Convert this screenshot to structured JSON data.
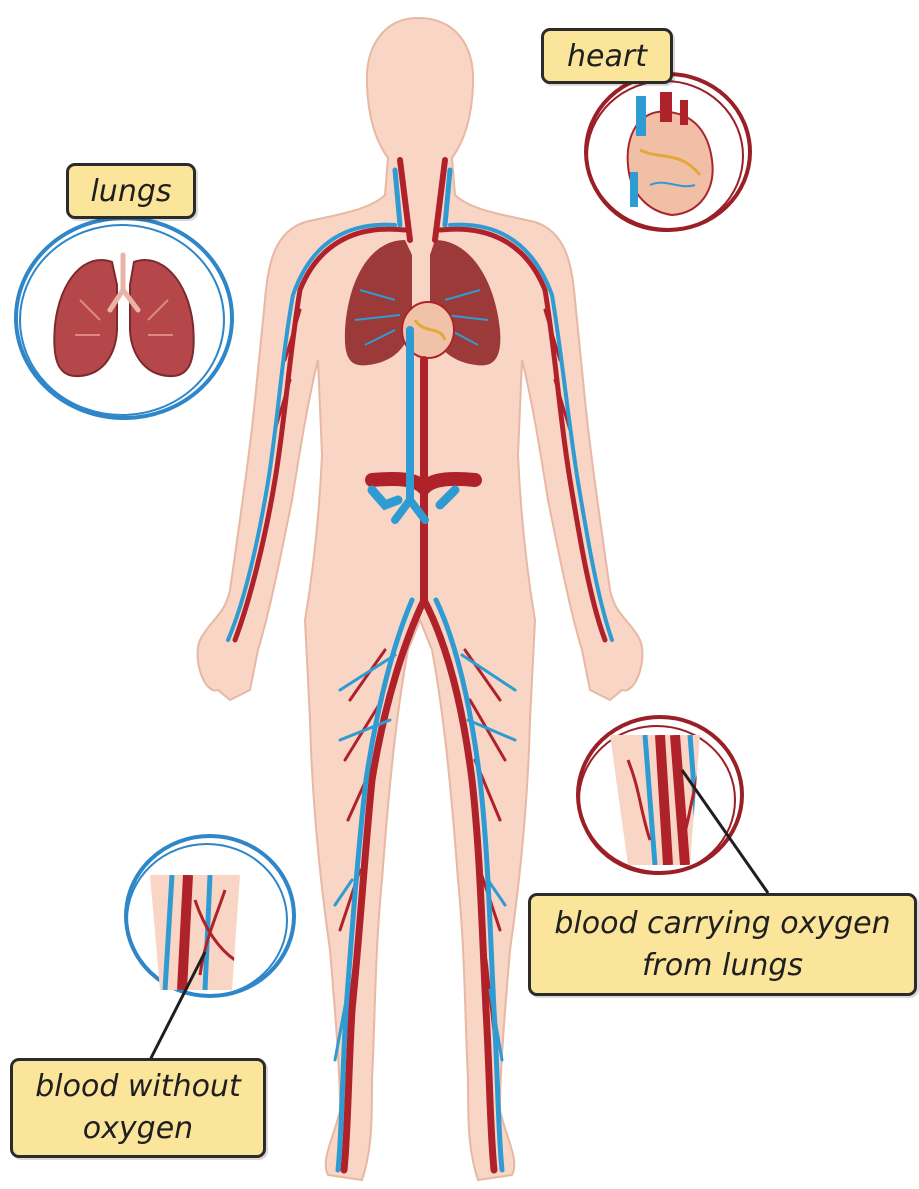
{
  "labels": {
    "heart": "heart",
    "lungs": "lungs",
    "oxygenated": {
      "line1": "blood carrying oxygen",
      "line2": "from lungs"
    },
    "deoxygenated": {
      "line1": "blood without",
      "line2": "oxygen"
    }
  },
  "colors": {
    "skin": "#f9d5c5",
    "skin_outline": "#e7b8a3",
    "artery": "#b0222a",
    "vein": "#2f9bd3",
    "label_fill": "#fbe59a",
    "lungs_ring": "#2f86c8",
    "heart_ring": "#9b1f27"
  },
  "icons": [
    "human-body-figure",
    "lungs-icon",
    "heart-icon",
    "artery-vein-closeup-icon"
  ]
}
